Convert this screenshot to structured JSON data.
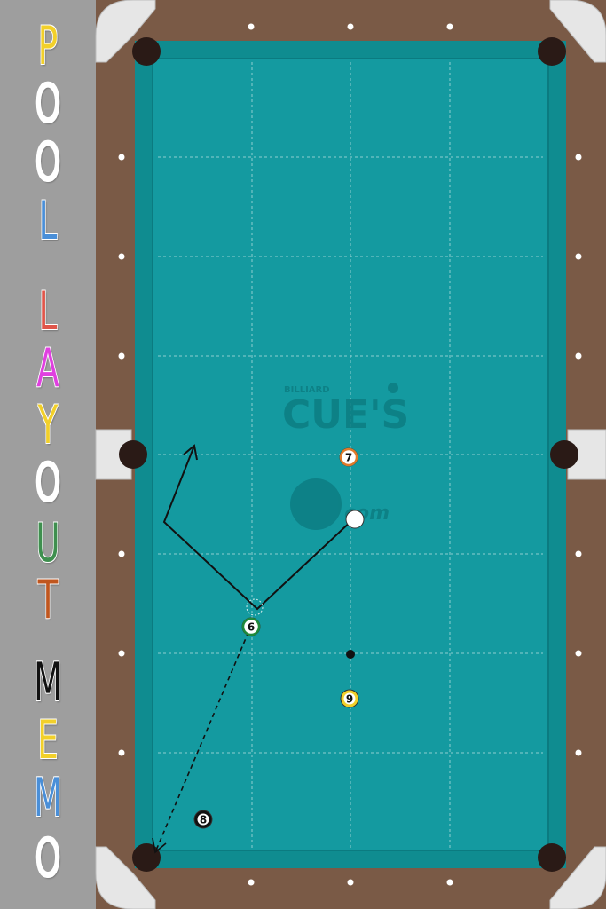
{
  "sidebar": {
    "title_letters": [
      {
        "char": "P",
        "color": "#f2d02a"
      },
      {
        "char": "O",
        "color": "#ffffff"
      },
      {
        "char": "O",
        "color": "#ffffff"
      },
      {
        "char": "L",
        "color": "#4a8fd8"
      },
      {
        "char": "L",
        "color": "#e0554a"
      },
      {
        "char": "A",
        "color": "#e040e0"
      },
      {
        "char": "Y",
        "color": "#f2d02a"
      },
      {
        "char": "O",
        "color": "#ffffff"
      },
      {
        "char": "U",
        "color": "#3f8f4f"
      },
      {
        "char": "T",
        "color": "#c0561e"
      },
      {
        "char": "M",
        "color": "#111111"
      },
      {
        "char": "E",
        "color": "#f2d02a"
      },
      {
        "char": "M",
        "color": "#4a8fd8"
      },
      {
        "char": "O",
        "color": "#ffffff"
      }
    ]
  },
  "table": {
    "felt_color": "#149aa0",
    "rail_color": "#7a5a46",
    "logo": {
      "small_text": "BILLIARD",
      "main_text": "CUE'S",
      "domain_text": "com"
    }
  },
  "balls": [
    {
      "name": "ball-7",
      "number": "7",
      "color": "#e07a2a"
    },
    {
      "name": "ball-6",
      "number": "6",
      "color": "#1f8a3a"
    },
    {
      "name": "ball-9",
      "number": "9",
      "color": "#f2d02a"
    },
    {
      "name": "ball-8",
      "number": "8",
      "color": "#111111"
    }
  ]
}
